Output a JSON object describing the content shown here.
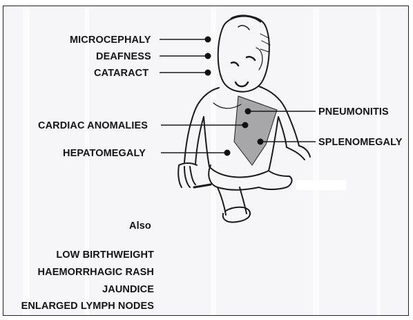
{
  "left_labels": {
    "microcephaly": "MICROCEPHALY",
    "deafness": "DEAFNESS",
    "cataract": "CATARACT",
    "cardiac": "CARDIAC ANOMALIES",
    "hepatomegaly": "HEPATOMEGALY"
  },
  "right_labels": {
    "pneumonitis": "PNEUMONITIS",
    "splenomegaly": "SPLENOMEGALY"
  },
  "also_heading": "Also",
  "also_items": [
    "LOW BIRTHWEIGHT",
    "HAEMORRHAGIC RASH",
    "JAUNDICE",
    "ENLARGED LYMPH NODES"
  ]
}
